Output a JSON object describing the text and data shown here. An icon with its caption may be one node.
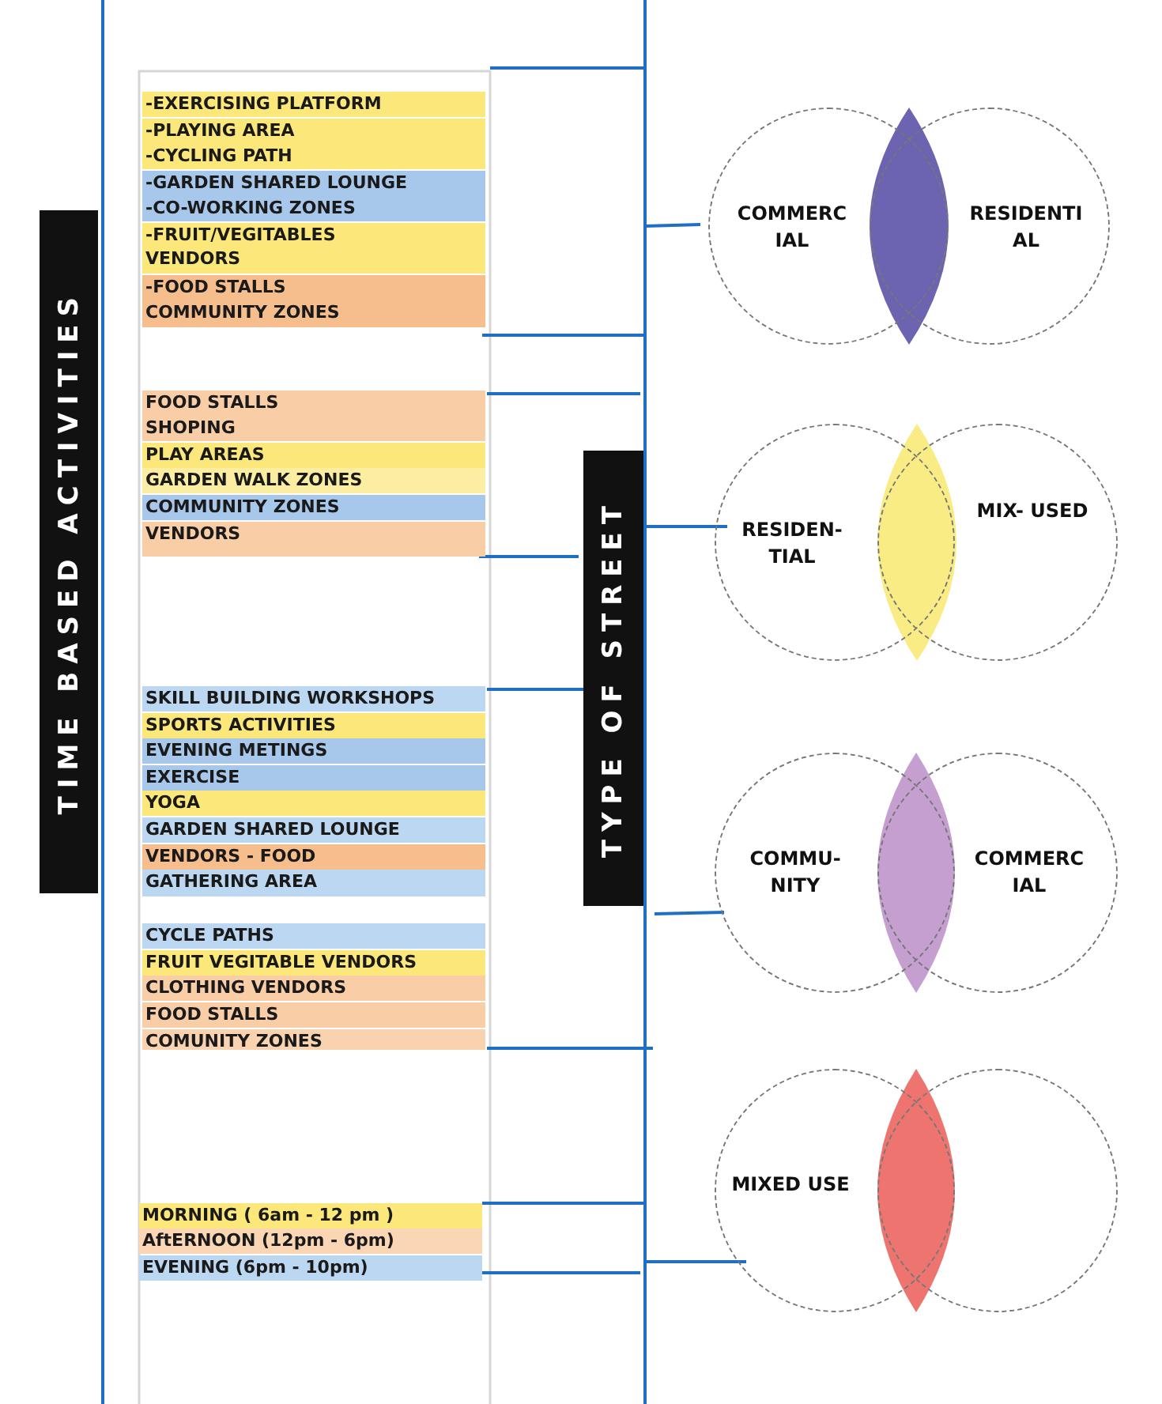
{
  "diagram": {
    "nodes": [
      {
        "text": [
          "TIME BASED ACTIVITIES"
        ]
      },
      {
        "text": [
          "-EXERCISING PLATFORM"
        ]
      },
      {
        "text": [
          "-PLAYING AREA"
        ]
      },
      {
        "text": [
          "-CYCLING PATH"
        ]
      },
      {
        "text": [
          "-GARDEN SHARED LOUNGE"
        ]
      },
      {
        "text": [
          "-CO-WORKING ZONES"
        ]
      },
      {
        "text": [
          "-FRUIT/VEGITABLES VENDORS"
        ]
      },
      {
        "text": [
          "-FOOD STALLS"
        ]
      },
      {
        "text": [
          "COMMUNITY ZONES"
        ]
      },
      {
        "text": [
          "FOOD STALLS"
        ]
      },
      {
        "text": [
          "SHOPING"
        ]
      },
      {
        "text": [
          "PLAY AREAS"
        ]
      },
      {
        "text": [
          "GARDEN WALK ZONES"
        ]
      },
      {
        "text": [
          "COMMUNITY ZONES"
        ]
      },
      {
        "text": [
          "VENDORS"
        ]
      },
      {
        "text": [
          "SKILL BUILDING WORKSHOPS"
        ]
      },
      {
        "text": [
          "SPORTS ACTIVITIES"
        ]
      },
      {
        "text": [
          "EVENING METINGS"
        ]
      },
      {
        "text": [
          "EXERCISE"
        ]
      },
      {
        "text": [
          "YOGA"
        ]
      },
      {
        "text": [
          "GARDEN SHARED LOUNGE"
        ]
      },
      {
        "text": [
          "VENDORS - FOOD"
        ]
      },
      {
        "text": [
          "GATHERING AREA"
        ]
      },
      {
        "text": [
          "CYCLE PATHS"
        ]
      },
      {
        "text": [
          "FRUIT VEGITABLE VENDORS"
        ]
      },
      {
        "text": [
          "CLOTHING VENDORS"
        ]
      },
      {
        "text": [
          "FOOD STALLS"
        ]
      },
      {
        "text": [
          "COMUNITY ZONES"
        ]
      },
      {
        "text": [
          "TYPE OF STREET"
        ]
      },
      {
        "text": [
          "COMMERC IAL"
        ]
      },
      {
        "text": [
          "RESIDENTI AL"
        ]
      },
      {
        "text": [
          "RESIDEN- TIAL"
        ]
      },
      {
        "text": [
          "MIX- USED"
        ]
      },
      {
        "text": [
          "COMMU- NITY"
        ]
      },
      {
        "text": [
          "COMMERC IAL"
        ]
      },
      {
        "text": [
          "MIXED USE"
        ]
      },
      {
        "text": [],
        "shape": "circle"
      },
      {
        "text": [],
        "shape": "lens"
      },
      {
        "text": [],
        "shape": "lens"
      },
      {
        "text": [],
        "shape": "lens"
      },
      {
        "text": [],
        "shape": "lens"
      }
    ],
    "legend": [
      {
        "text": "MORNING ( 6am - 12 pm )",
        "color": "#fbe77a"
      },
      {
        "text": "AftERNOON (12pm - 6pm)",
        "color": "#fad6b5"
      },
      {
        "text": "EVENING (6pm - 10pm)",
        "color": "#bcd7f1"
      }
    ]
  }
}
